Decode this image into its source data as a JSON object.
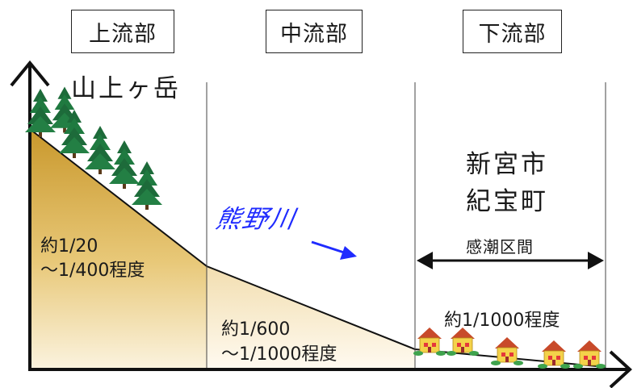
{
  "sections": {
    "upper": "上流部",
    "middle": "中流部",
    "lower": "下流部"
  },
  "labels": {
    "source_name": "山上ヶ岳",
    "river_name": "熊野川",
    "city_line1": "新宮市",
    "city_line2": "紀宝町",
    "tidal_section": "感潮区間"
  },
  "gradients": {
    "upper_line1": "約1/20",
    "upper_line2": "～1/400程度",
    "middle_line1": "約1/600",
    "middle_line2": "～1/1000程度",
    "lower": "約1/1000程度"
  },
  "colors": {
    "upper_fill_top": "#c9982c",
    "upper_fill_bottom": "#fbf3df",
    "middle_fill_top": "#f2deb0",
    "middle_fill_bottom": "#fffaf0",
    "river_text": "#1f2bff",
    "axis": "#111111",
    "tree": "#1d6b3a",
    "house_wall": "#f4d24a",
    "house_roof": "#c84a2a"
  },
  "icons": [
    "tree-icon",
    "house-icon",
    "right-arrow-icon",
    "double-arrow-icon"
  ]
}
